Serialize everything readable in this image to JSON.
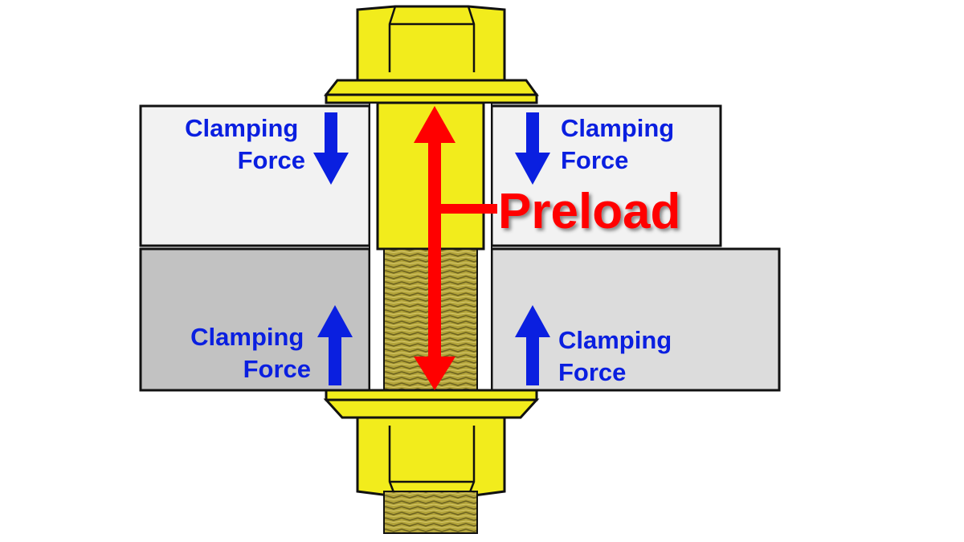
{
  "labels": {
    "top_left": [
      "Clamping",
      "Force"
    ],
    "top_right": [
      "Clamping",
      "Force"
    ],
    "bottom_left": [
      "Clamping",
      "Force"
    ],
    "bottom_right": [
      "Clamping",
      "Force"
    ],
    "preload": "Preload"
  },
  "colors": {
    "bolt_yellow": "#f2ec1c",
    "thread_olive": "#b3a43a",
    "plate_light": "#f2f2f2",
    "plate_left_lower": "#c2c2c2",
    "plate_right_lower": "#dcdcdc",
    "clamp_arrow_blue": "#0a1fe0",
    "preload_red": "#ff0000",
    "outline": "#111111"
  },
  "icons": {
    "clamp_arrow": "arrow-down / arrow-up",
    "preload_arrow": "double-headed-arrow"
  }
}
